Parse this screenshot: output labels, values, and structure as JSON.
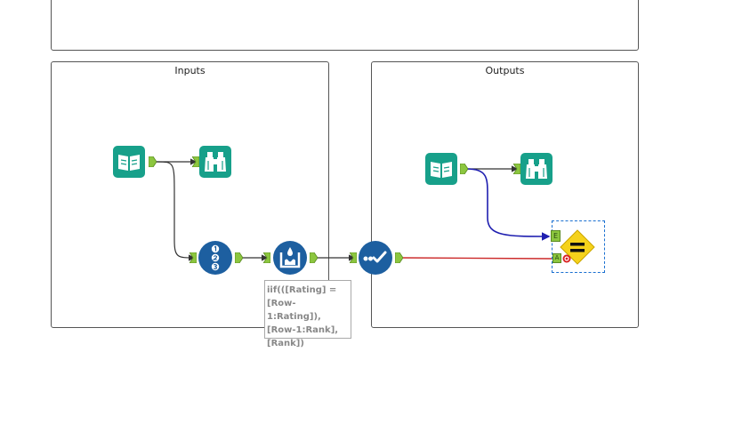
{
  "containers": {
    "top": {
      "title": ""
    },
    "inputs": {
      "title": "Inputs"
    },
    "outputs": {
      "title": "Outputs"
    }
  },
  "annotation": {
    "lines": [
      "iif(([Rating] =",
      "[Row-1:Rating]),",
      "[Row-1:Rank],",
      "[Rank])"
    ]
  },
  "anchors": {
    "filter_true": "E",
    "filter_false": "A"
  },
  "colors": {
    "teal_tool": "#17a08a",
    "blue_tool": "#1d5fa0",
    "anchor_green": "#8cc63f",
    "wire_dark": "#333333",
    "wire_blue": "#1f1fb0",
    "wire_red": "#cc2a2a",
    "diamond_yellow": "#f5d21b",
    "selection_dash": "#1a70d1"
  },
  "tools": [
    {
      "name": "input-data-tool-1",
      "icon": "book-icon"
    },
    {
      "name": "browse-tool-1",
      "icon": "binoculars-icon"
    },
    {
      "name": "record-id-tool",
      "icon": "numbered-list-icon"
    },
    {
      "name": "multi-row-formula-tool",
      "icon": "formula-drop-icon"
    },
    {
      "name": "join-test-tool",
      "icon": "checkmark-dots-icon"
    },
    {
      "name": "input-data-tool-2",
      "icon": "book-icon"
    },
    {
      "name": "browse-tool-2",
      "icon": "binoculars-icon"
    },
    {
      "name": "filter-test-tool",
      "icon": "equals-diamond-icon"
    }
  ]
}
